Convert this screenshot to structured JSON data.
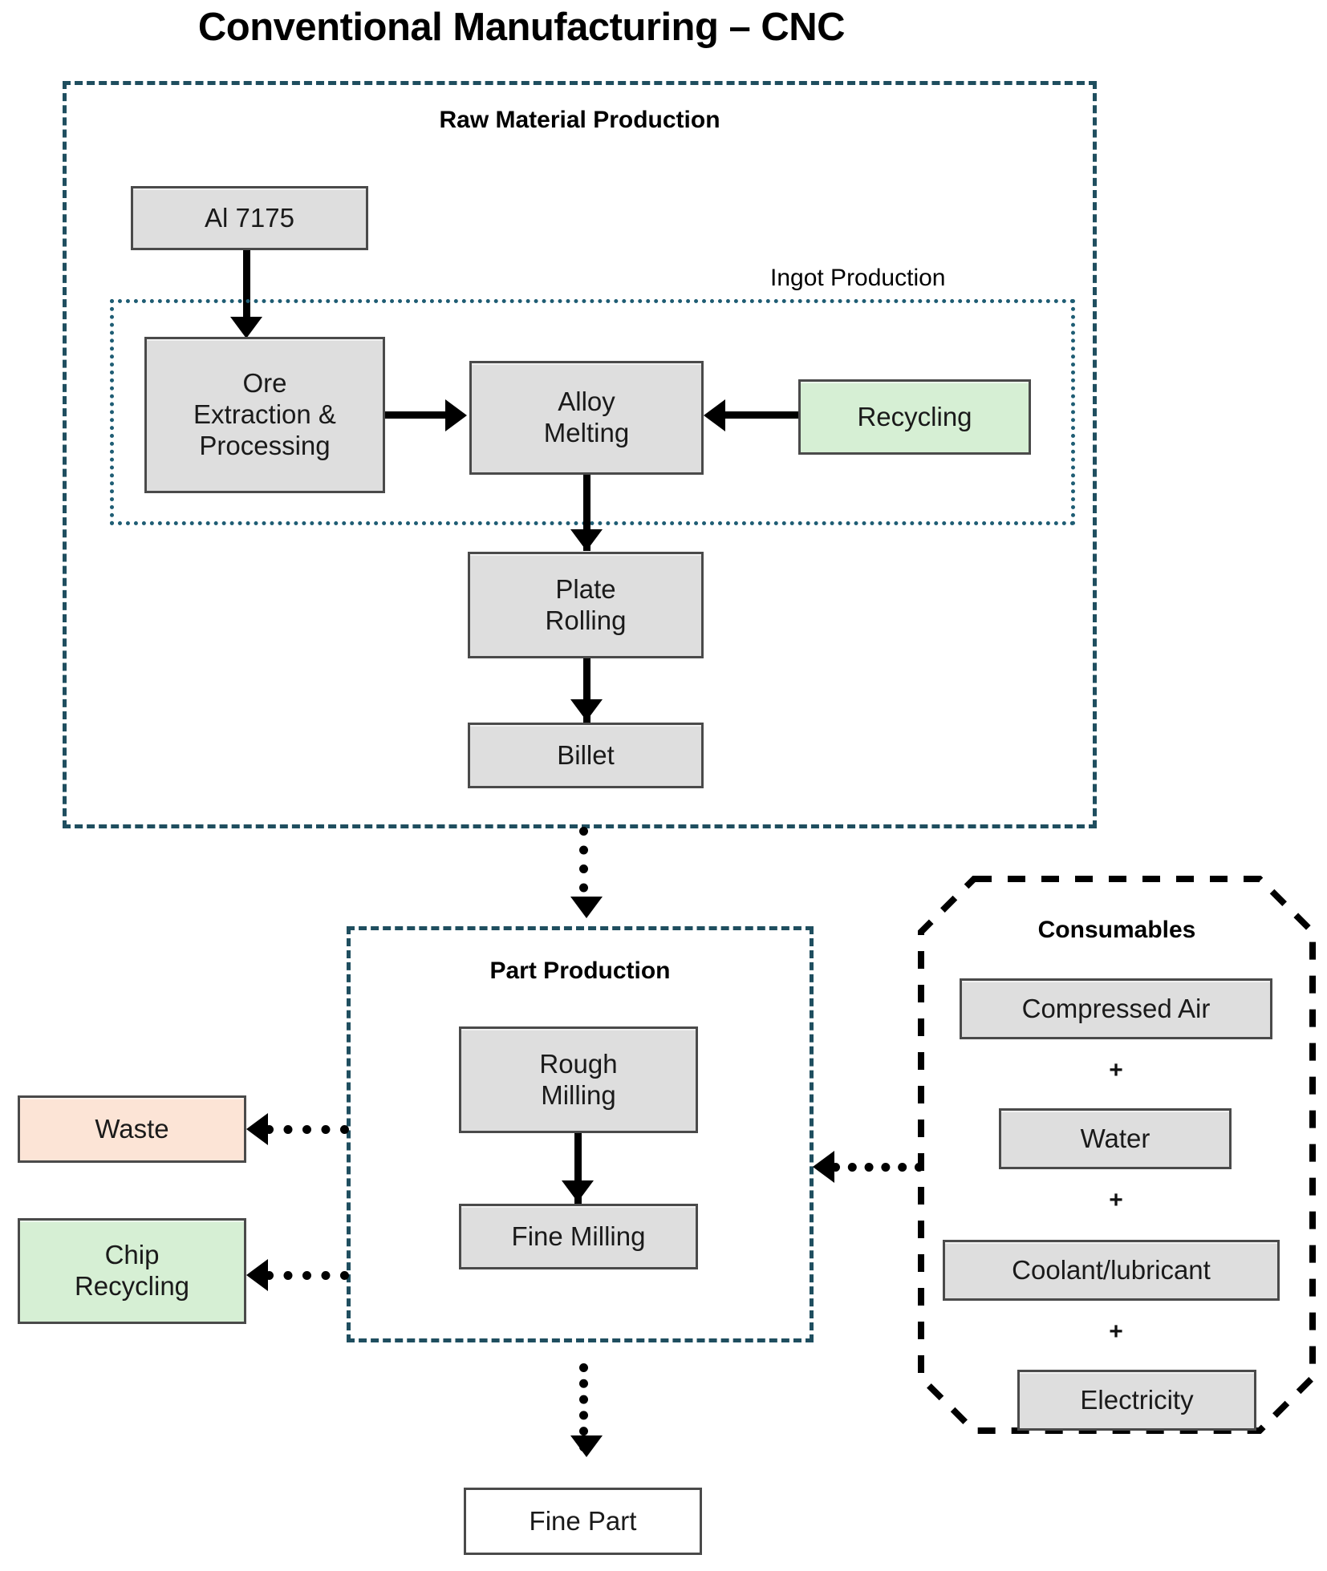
{
  "title": "Conventional Manufacturing – CNC",
  "groups": {
    "raw_material": {
      "label": "Raw Material Production"
    },
    "ingot": {
      "label": "Ingot Production"
    },
    "part_production": {
      "label": "Part Production"
    },
    "consumables": {
      "label": "Consumables"
    }
  },
  "nodes": {
    "al7175": "Al 7175",
    "ore_extraction": "Ore\nExtraction &\nProcessing",
    "ore_extraction_l1": "Ore",
    "ore_extraction_l2": "Extraction &",
    "ore_extraction_l3": "Processing",
    "alloy_melting_l1": "Alloy",
    "alloy_melting_l2": "Melting",
    "recycling": "Recycling",
    "plate_rolling_l1": "Plate",
    "plate_rolling_l2": "Rolling",
    "billet": "Billet",
    "rough_milling_l1": "Rough",
    "rough_milling_l2": "Milling",
    "fine_milling": "Fine Milling",
    "waste": "Waste",
    "chip_recycling_l1": "Chip",
    "chip_recycling_l2": "Recycling",
    "fine_part": "Fine Part"
  },
  "consumable_items": {
    "compressed_air": "Compressed Air",
    "water": "Water",
    "coolant": "Coolant/lubricant",
    "electricity": "Electricity",
    "plus1": "+",
    "plus2": "+",
    "plus3": "+"
  },
  "colors": {
    "group_border": "#1f4e5f",
    "ingot_border": "#1f5d74",
    "consumables_border": "#000000",
    "node_fill": "#dedede",
    "node_border": "#4a4a4a",
    "recycling_fill": "#d6efd4",
    "chip_recycling_fill": "#d6efd4",
    "waste_fill": "#fce4d6",
    "fine_part_fill": "#ffffff",
    "arrow": "#000000"
  }
}
